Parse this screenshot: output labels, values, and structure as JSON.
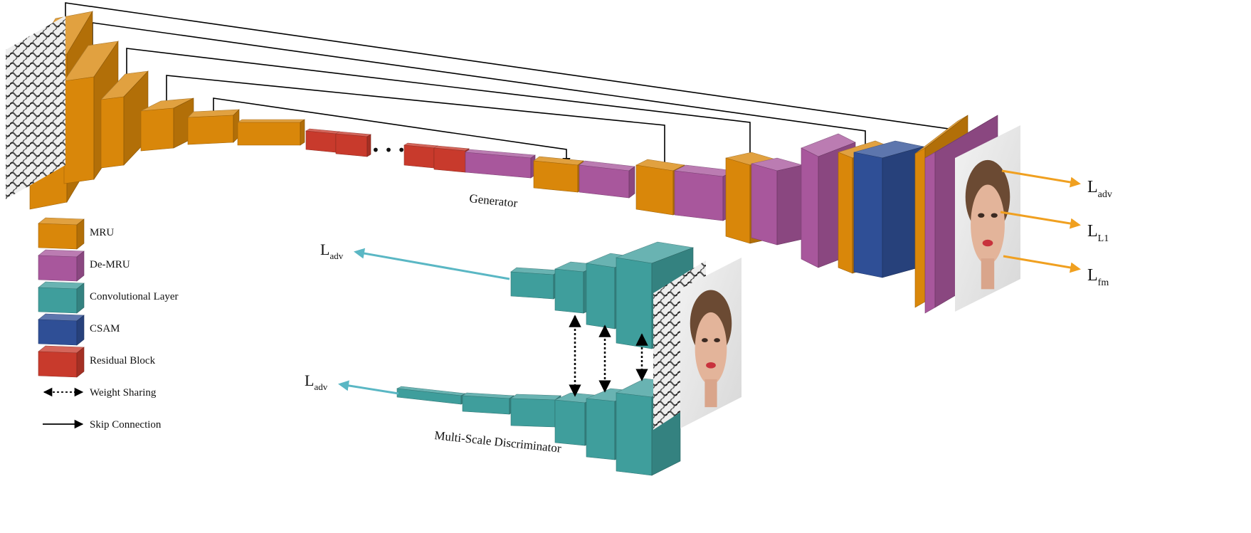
{
  "generator_label": "Generator",
  "discriminator_label": "Multi-Scale Discriminator",
  "outputs": {
    "adv": {
      "main": "L",
      "sub": "adv"
    },
    "l1": {
      "main": "L",
      "sub": "L1"
    },
    "fm": {
      "main": "L",
      "sub": "fm"
    },
    "disc_top": {
      "main": "L",
      "sub": "adv"
    },
    "disc_bottom": {
      "main": "L",
      "sub": "adv"
    }
  },
  "legend": [
    {
      "key": "mru",
      "label": "MRU",
      "color": "#d9870a"
    },
    {
      "key": "demru",
      "label": "De-MRU",
      "color": "#a8579c"
    },
    {
      "key": "conv",
      "label": "Convolutional Layer",
      "color": "#3f9e9c"
    },
    {
      "key": "csam",
      "label": "CSAM",
      "color": "#2f4f96"
    },
    {
      "key": "residual",
      "label": "Residual Block",
      "color": "#c83a2c"
    },
    {
      "key": "weight-sharing",
      "label": "Weight Sharing",
      "icon": "double-dashed-arrow-icon"
    },
    {
      "key": "skip",
      "label": "Skip Connection",
      "icon": "right-arrow-icon"
    }
  ],
  "ellipsis": "• • •",
  "colors": {
    "mru": "#d9870a",
    "demru": "#a8579c",
    "conv": "#3f9e9c",
    "csam": "#2f4f96",
    "residual": "#c83a2c",
    "loss_arrow": "#f0a020",
    "disc_arrow": "#5ab7c4"
  }
}
